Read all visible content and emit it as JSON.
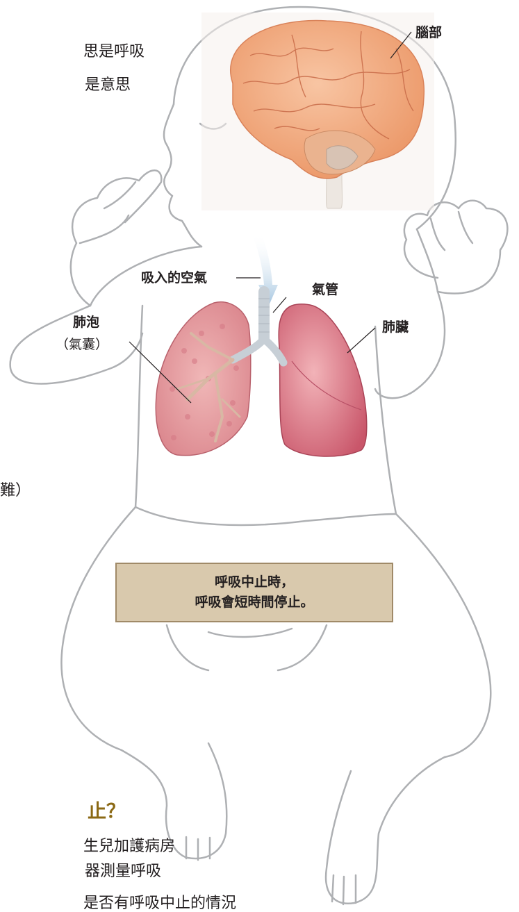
{
  "left_text": {
    "line1": "思是呼吸",
    "line2": "是意思",
    "line3": "難）"
  },
  "heading": {
    "text": "止？"
  },
  "bottom_text": {
    "line1": "生兒加護病房",
    "line2": "器測量呼吸",
    "line3": "是否有呼吸中止的情況"
  },
  "labels": {
    "brain": "腦部",
    "inhaled_air": "吸入的空氣",
    "trachea": "氣管",
    "alveoli": "肺泡",
    "alveoli_sub": "（氣囊）",
    "lung": "肺臟"
  },
  "note": {
    "line1": "呼吸中止時，",
    "line2": "呼吸會短時間停止。"
  },
  "colors": {
    "outline": "#aeb0b3",
    "brain": "#f2a579",
    "lung_left": "#e9a2a6",
    "lung_right": "#e48a94",
    "trachea": "#c7cfd6",
    "note_bg": "#d9c9ad",
    "heading": "#8b6914"
  }
}
